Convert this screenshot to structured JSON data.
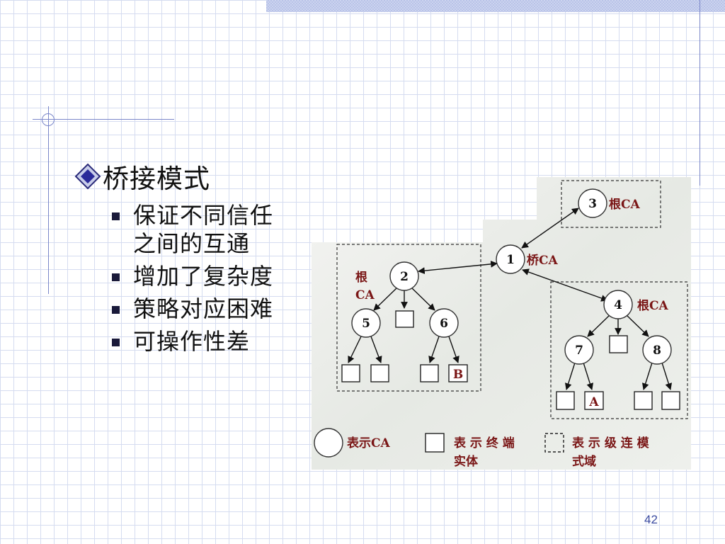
{
  "slide": {
    "heading": "桥接模式",
    "bullets": [
      "保证不同信任之间的互通",
      "增加了复杂度",
      "策略对应困难",
      "可操作性差"
    ],
    "page_number": "42"
  },
  "diagram": {
    "nodes": {
      "n1": "1",
      "n2": "2",
      "n3": "3",
      "n4": "4",
      "n5": "5",
      "n6": "6",
      "n7": "7",
      "n8": "8"
    },
    "labels": {
      "root_ca_n3": "根CA",
      "bridge_ca": "桥CA",
      "root_ca_n2_line1": "根",
      "root_ca_n2_line2": "CA",
      "root_ca_n4": "根CA",
      "entity_b": "B",
      "entity_a": "A"
    },
    "legend": {
      "ca_label": "表示CA",
      "entity_label_line1": "表 示 终 端",
      "entity_label_line2": "实体",
      "domain_label_line1": "表 示 级 连 模",
      "domain_label_line2": "式域"
    },
    "colors": {
      "label": "#7a1616",
      "text": "#111111",
      "accent": "#7a86c9"
    }
  }
}
